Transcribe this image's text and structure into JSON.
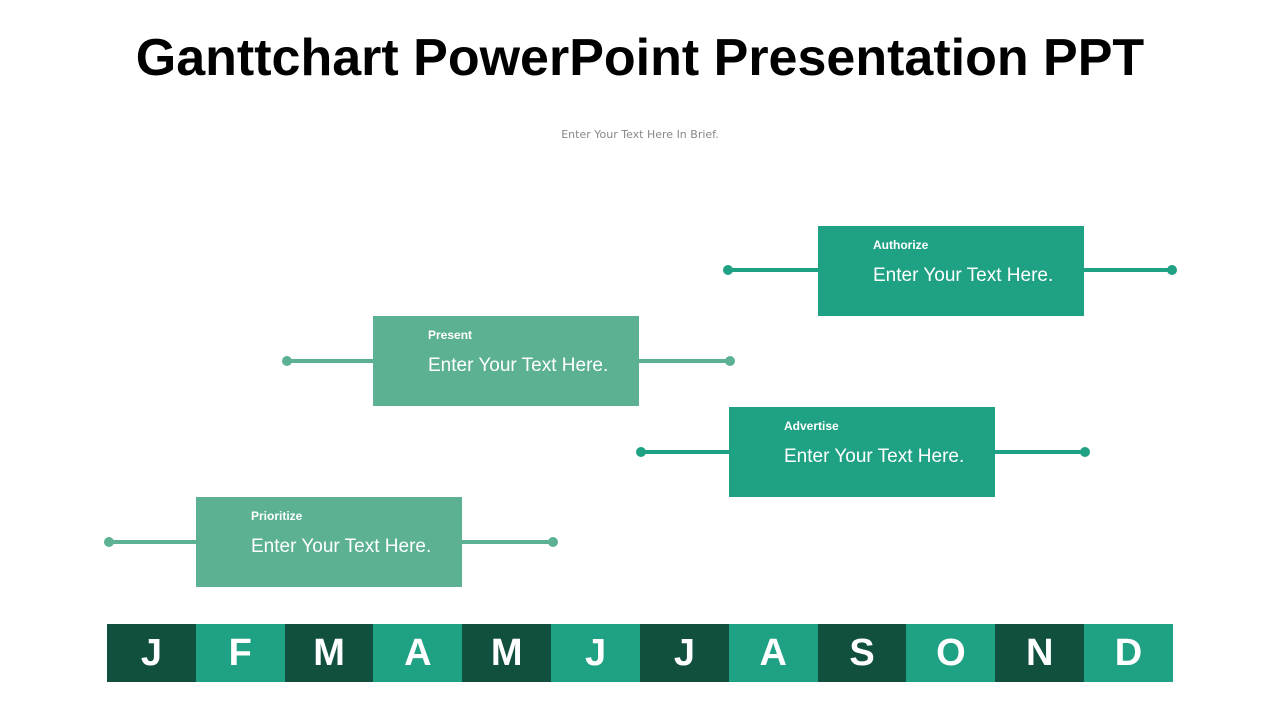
{
  "title": "Ganttchart PowerPoint Presentation PPT",
  "subtitle": "Enter Your Text Here In Brief.",
  "colors": {
    "light": "#5bb192",
    "teal": "#1fa184",
    "dark": "#11503f"
  },
  "tasks": [
    {
      "label": "Prioritize",
      "text": "Enter Your Text Here."
    },
    {
      "label": "Present",
      "text": "Enter Your Text Here."
    },
    {
      "label": "Advertise",
      "text": "Enter Your Text Here."
    },
    {
      "label": "Authorize",
      "text": "Enter Your Text Here."
    }
  ],
  "months": [
    "J",
    "F",
    "M",
    "A",
    "M",
    "J",
    "J",
    "A",
    "S",
    "O",
    "N",
    "D"
  ]
}
